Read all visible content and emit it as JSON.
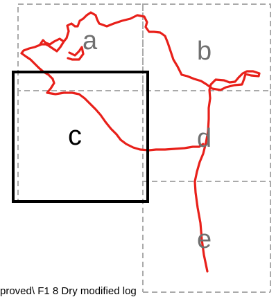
{
  "labels": {
    "a": "a",
    "b": "b",
    "c": "c",
    "d": "d",
    "e": "e"
  },
  "footer_text": "proved\\ F1 8 Dry modified log",
  "colors": {
    "grid": "#aaaaaa",
    "track": "#e8201a",
    "box": "#000000",
    "label_gray": "#707070"
  }
}
